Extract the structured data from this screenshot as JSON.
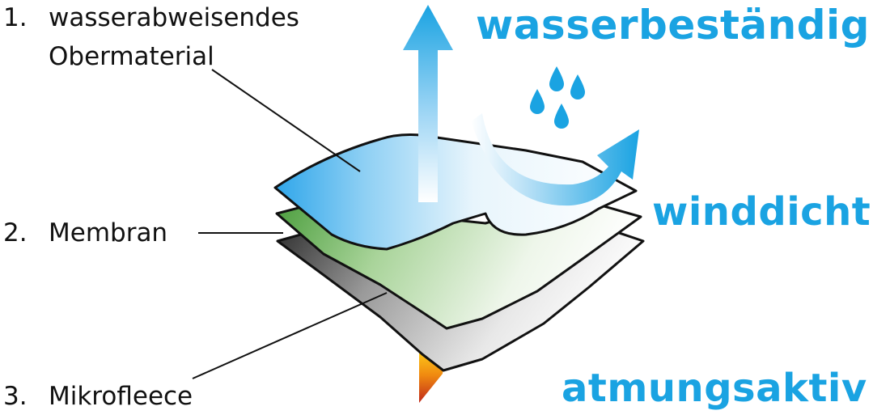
{
  "layers": [
    {
      "number": "1.",
      "line1": "wasserabweisendes",
      "line2": "Obermaterial"
    },
    {
      "number": "2.",
      "label": "Membran"
    },
    {
      "number": "3.",
      "label": "Mikrofleece"
    }
  ],
  "features": {
    "waterproof": "wasserbeständig",
    "windproof": "winddicht",
    "breathable": "atmungsaktiv"
  },
  "colors": {
    "accent": "#1aa3e2",
    "text": "#111111",
    "outer_layer": "#4fb4ea",
    "membrane": "#5aa84a",
    "fleece": "#6b6b6b",
    "heat": "#e85a16"
  }
}
